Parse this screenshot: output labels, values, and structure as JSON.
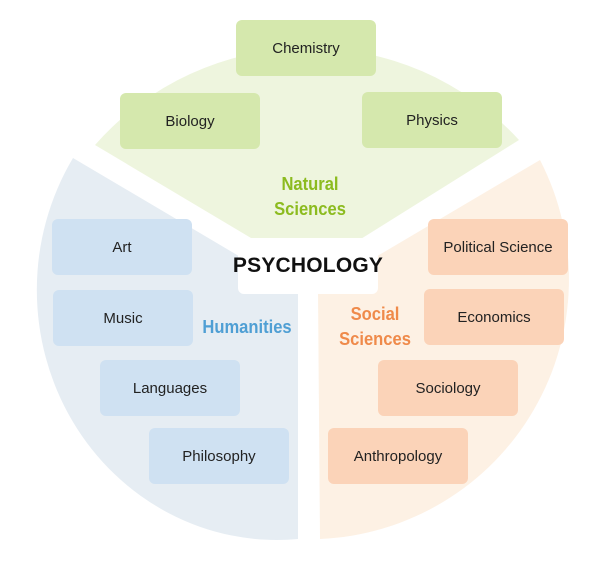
{
  "diagram": {
    "center_label": "PSYCHOLOGY",
    "colors": {
      "natural_sector": "#eef5de",
      "natural_box": "#d5e8ad",
      "natural_text": "#8cbb1f",
      "human_sector": "#e6edf3",
      "human_box": "#cfe1f2",
      "human_text": "#4f9fd4",
      "social_sector": "#fdf1e4",
      "social_box": "#fbd3b8",
      "social_text": "#ef8a4a"
    },
    "natural": {
      "label_line1": "Natural",
      "label_line2": "Sciences",
      "items": [
        "Chemistry",
        "Biology",
        "Physics"
      ]
    },
    "humanities": {
      "label": "Humanities",
      "items": [
        "Art",
        "Music",
        "Languages",
        "Philosophy"
      ]
    },
    "social": {
      "label_line1": "Social",
      "label_line2": "Sciences",
      "items": [
        "Political Science",
        "Economics",
        "Sociology",
        "Anthropology"
      ]
    }
  }
}
